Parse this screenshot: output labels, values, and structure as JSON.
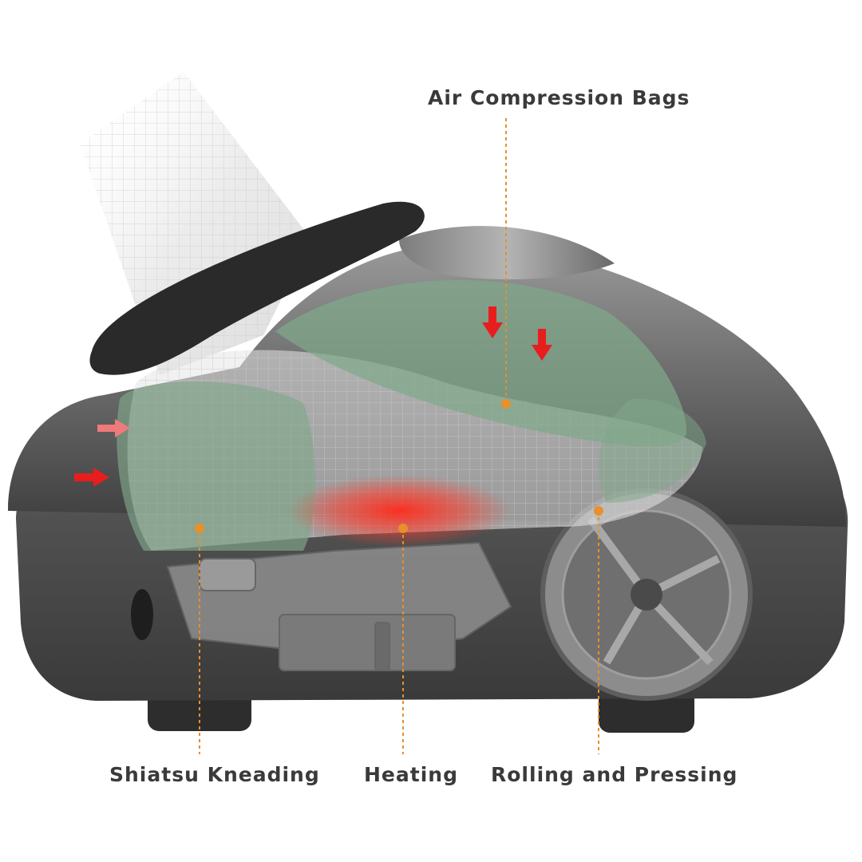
{
  "labels": {
    "air_compression": "Air Compression Bags",
    "shiatsu": "Shiatsu Kneading",
    "heating": "Heating",
    "rolling": "Rolling and Pressing"
  },
  "colors": {
    "background": "#ffffff",
    "label_text": "#3a3a3a",
    "leader_line": "#e8902a",
    "airbag_overlay": "#7fa88a",
    "heat_glow": "#ff2a1a",
    "arrow": "#e81e1e",
    "device_body": "#4a4a4a"
  }
}
